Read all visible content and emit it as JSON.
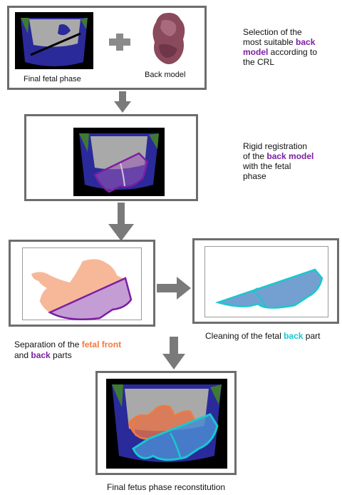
{
  "step1": {
    "left_label": "Final fetal phase",
    "right_label": "Back model",
    "desc_parts": [
      "Selection of the",
      "most suitable ",
      "back",
      "model",
      " according to",
      "the CRL"
    ]
  },
  "step2": {
    "desc_parts": [
      "Rigid registration",
      "of the ",
      "back model",
      "with the fetal",
      "phase"
    ]
  },
  "step3": {
    "caption_parts": [
      "Separation of the ",
      "fetal front",
      "and ",
      "back",
      " parts"
    ]
  },
  "step4": {
    "caption_parts": [
      "Cleaning of the fetal ",
      "back",
      " part"
    ]
  },
  "final": {
    "caption": "Final fetus phase reconstitution"
  },
  "colors": {
    "border": "#6d6d6d",
    "arrow": "#7a7a7a",
    "purple": "#7b1fa2",
    "orange": "#f07a3c",
    "cyan": "#18c8d0",
    "ultrasound_blue": "#2a2a9a",
    "ultrasound_gray": "#a9a9a9",
    "ultrasound_green": "#3f7a35"
  }
}
